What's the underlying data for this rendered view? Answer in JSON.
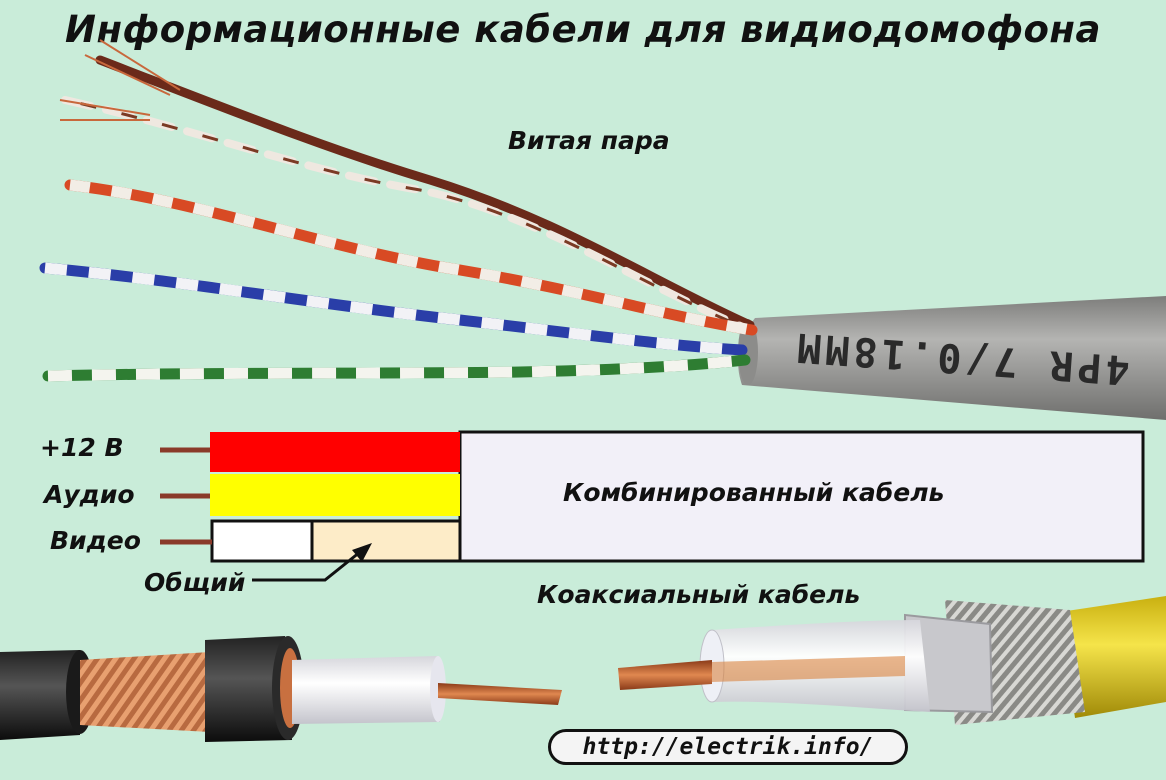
{
  "title": "Информационные кабели для видиодомофона",
  "twisted_pair_label": "Витая пара",
  "cable_print": "4PR 7/0.18MM",
  "combined": {
    "text": "Комбинированный кабель",
    "wires": [
      {
        "label": "+12 В",
        "color": "#ff0000"
      },
      {
        "label": "Аудио",
        "color": "#ffff00"
      },
      {
        "label": "Видео",
        "color": "#ffffff"
      }
    ],
    "common_label": "Общий",
    "common_color": "#fdecc8"
  },
  "coax_label": "Коаксиальный кабель",
  "url": "http://electrik.info/",
  "colors": {
    "background": "#c9ecd9",
    "jacket_grey": "#9a9a98",
    "copper": "#c8683c",
    "coax_yellow": "#e9d21a"
  }
}
